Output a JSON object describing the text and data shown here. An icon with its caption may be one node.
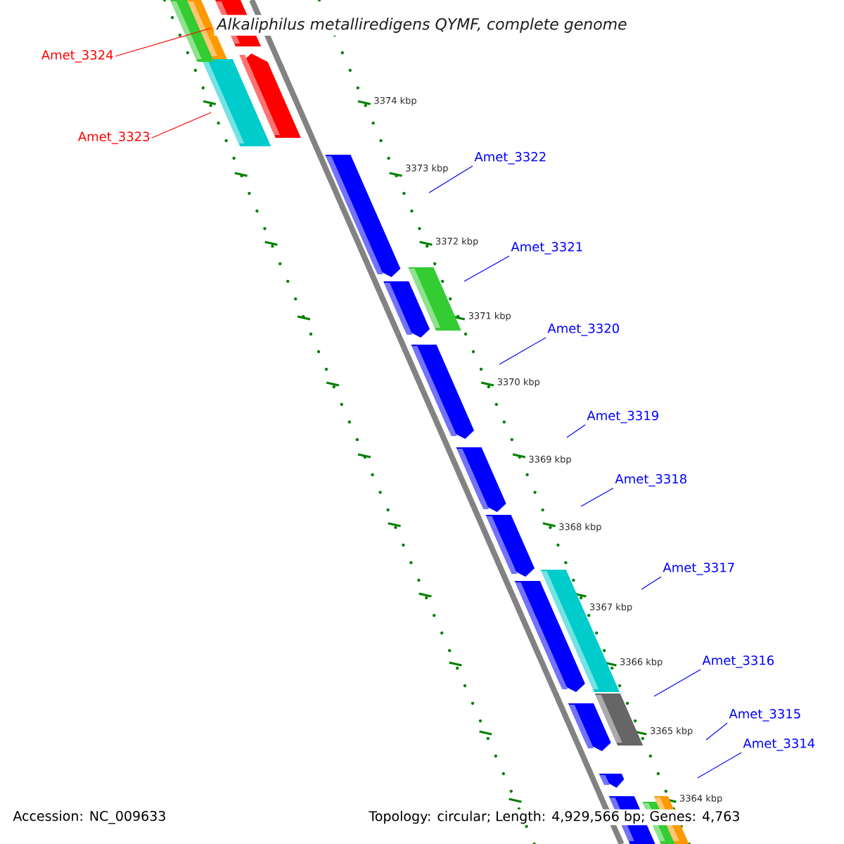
{
  "diagram": {
    "title": "Alkaliphilus metalliredigens QYMF, complete genome",
    "nodes": [
      {
        "text": [
          "Amet_3324"
        ]
      },
      {
        "text": [
          "Amet_3323"
        ]
      },
      {
        "text": [
          "Amet_3322"
        ]
      },
      {
        "text": [
          "Amet_3321"
        ]
      },
      {
        "text": [
          "Amet_3320"
        ]
      },
      {
        "text": [
          "Amet_3319"
        ]
      },
      {
        "text": [
          "Amet_3318"
        ]
      },
      {
        "text": [
          "Amet_3317"
        ]
      },
      {
        "text": [
          "Amet_3316"
        ]
      },
      {
        "text": [
          "Amet_3315"
        ]
      },
      {
        "text": [
          "Amet_3314"
        ]
      }
    ],
    "edges": [
      {
        "from": 0,
        "to": null,
        "arrow": "none",
        "color": "#ff0000"
      },
      {
        "from": 1,
        "to": null,
        "arrow": "none",
        "color": "#ff0000"
      },
      {
        "from": 2,
        "to": null,
        "arrow": "none"
      },
      {
        "from": 3,
        "to": null,
        "arrow": "none"
      },
      {
        "from": 4,
        "to": null,
        "arrow": "none"
      },
      {
        "from": 5,
        "to": null,
        "arrow": "none"
      },
      {
        "from": 6,
        "to": null,
        "arrow": "none"
      },
      {
        "from": 7,
        "to": null,
        "arrow": "none"
      },
      {
        "from": 8,
        "to": null,
        "arrow": "none"
      },
      {
        "from": 9,
        "to": null,
        "arrow": "none"
      },
      {
        "from": 10,
        "to": null,
        "arrow": "none"
      }
    ],
    "labels": [
      "3374 kbp",
      "3373 kbp",
      "3372 kbp",
      "3371 kbp",
      "3370 kbp",
      "3369 kbp",
      "3368 kbp",
      "3367 kbp",
      "3366 kbp",
      "3365 kbp",
      "3364 kbp",
      "Accession: NC_009633",
      "Topology: circular; Length: 4,929,566 bp; Genes: 4,763"
    ]
  }
}
